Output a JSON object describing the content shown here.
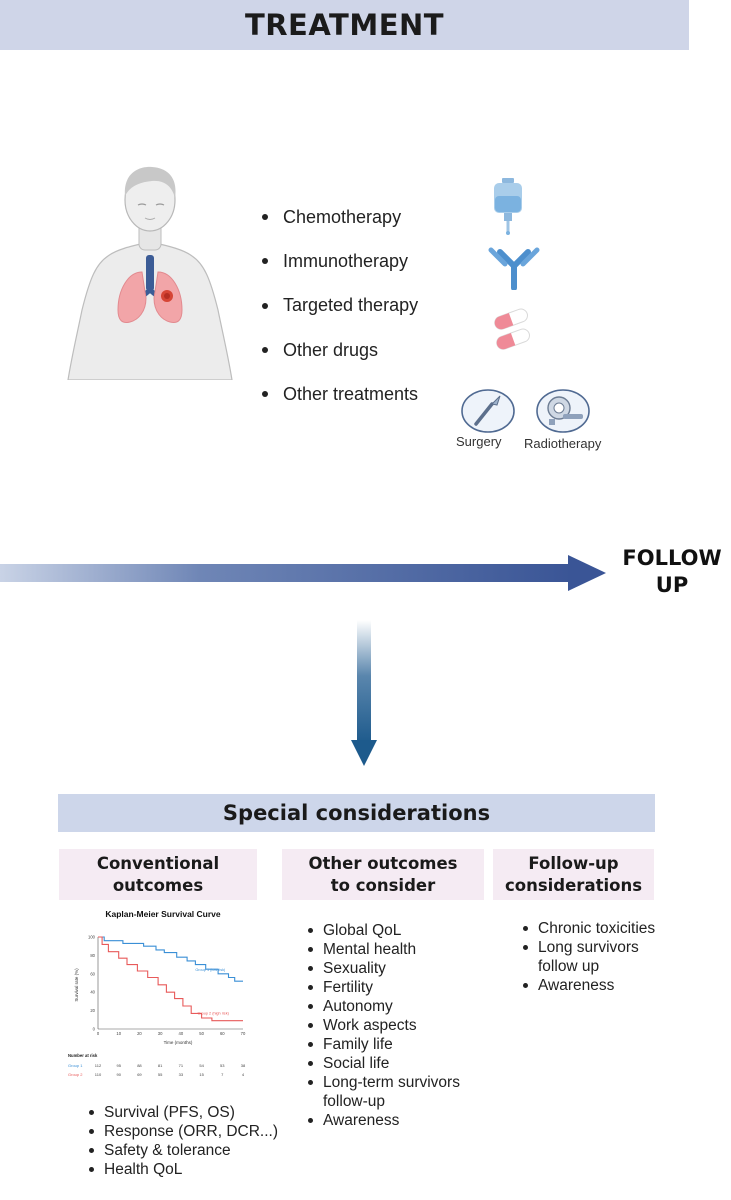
{
  "header": {
    "title": "TREATMENT"
  },
  "treatments": [
    {
      "label": "Chemotherapy",
      "icon": "iv-bag-icon"
    },
    {
      "label": "Immunotherapy",
      "icon": "antibody-icon"
    },
    {
      "label": "Targeted therapy",
      "icon": "capsule-icon"
    },
    {
      "label": "Other drugs",
      "icon": "capsule-icon"
    },
    {
      "label": "Other treatments",
      "icon": "scalpel-icon"
    }
  ],
  "other_treatment_icons": [
    {
      "label": "Surgery",
      "icon": "scalpel-icon"
    },
    {
      "label": "Radiotherapy",
      "icon": "radiotherapy-machine-icon"
    }
  ],
  "timeline": {
    "label_line1": "FOLLOW",
    "label_line2": "UP"
  },
  "special": {
    "title": "Special considerations",
    "columns": [
      {
        "head_line1": "Conventional",
        "head_line2": "outcomes",
        "items": [
          "Survival (PFS, OS)",
          "Response (ORR, DCR...)",
          "Safety & tolerance",
          "Health QoL"
        ]
      },
      {
        "head_line1": "Other outcomes",
        "head_line2": "to consider",
        "items": [
          "Global QoL",
          "Mental health",
          "Sexuality",
          "Fertility",
          "Autonomy",
          "Work aspects",
          "Family life",
          "Social life",
          "Long-term survivors follow-up",
          "Awareness"
        ]
      },
      {
        "head_line1": "Follow-up",
        "head_line2": "considerations",
        "items": [
          "Chronic toxicities",
          "Long survivors follow up",
          "Awareness"
        ]
      }
    ]
  },
  "chart_data": {
    "type": "line",
    "title": "Kaplan-Meier Survival Curve",
    "xlabel": "Time (months)",
    "ylabel": "Survival rate (%)",
    "xlim": [
      0,
      70
    ],
    "ylim": [
      0,
      100
    ],
    "xticks": [
      "0",
      "10",
      "20",
      "30",
      "40",
      "50",
      "60",
      "70"
    ],
    "yticks": [
      "0",
      "20",
      "40",
      "60",
      "80",
      "100"
    ],
    "colors": {
      "group1": "#3a8fd6",
      "group2": "#e85a5a"
    },
    "series": [
      {
        "name": "Group 1 (low risk)",
        "points": [
          [
            0,
            100
          ],
          [
            3,
            100
          ],
          [
            3,
            96
          ],
          [
            12,
            96
          ],
          [
            12,
            93
          ],
          [
            22,
            93
          ],
          [
            22,
            90
          ],
          [
            28,
            90
          ],
          [
            28,
            86
          ],
          [
            32,
            86
          ],
          [
            32,
            83
          ],
          [
            38,
            83
          ],
          [
            38,
            78
          ],
          [
            43,
            78
          ],
          [
            43,
            74
          ],
          [
            47,
            74
          ],
          [
            47,
            70
          ],
          [
            52,
            70
          ],
          [
            52,
            65
          ],
          [
            58,
            65
          ],
          [
            58,
            60
          ],
          [
            63,
            60
          ],
          [
            63,
            56
          ],
          [
            66,
            56
          ],
          [
            66,
            52
          ],
          [
            70,
            52
          ]
        ]
      },
      {
        "name": "Group 2 (high risk)",
        "points": [
          [
            0,
            100
          ],
          [
            2,
            100
          ],
          [
            2,
            92
          ],
          [
            5,
            92
          ],
          [
            5,
            84
          ],
          [
            10,
            84
          ],
          [
            10,
            77
          ],
          [
            14,
            77
          ],
          [
            14,
            70
          ],
          [
            19,
            70
          ],
          [
            19,
            63
          ],
          [
            24,
            63
          ],
          [
            24,
            56
          ],
          [
            29,
            56
          ],
          [
            29,
            48
          ],
          [
            33,
            48
          ],
          [
            33,
            40
          ],
          [
            37,
            40
          ],
          [
            37,
            33
          ],
          [
            41,
            33
          ],
          [
            41,
            25
          ],
          [
            45,
            25
          ],
          [
            45,
            17
          ],
          [
            50,
            17
          ],
          [
            50,
            12
          ],
          [
            55,
            12
          ],
          [
            55,
            9
          ],
          [
            70,
            9
          ]
        ]
      }
    ],
    "risk_table": {
      "title": "Number at risk",
      "rows": [
        {
          "name": "Group 1",
          "values": [
            "112",
            "95",
            "88",
            "81",
            "71",
            "54",
            "53",
            "38"
          ]
        },
        {
          "name": "Group 2",
          "values": [
            "110",
            "90",
            "69",
            "55",
            "33",
            "15",
            "7",
            "4"
          ]
        }
      ]
    }
  }
}
